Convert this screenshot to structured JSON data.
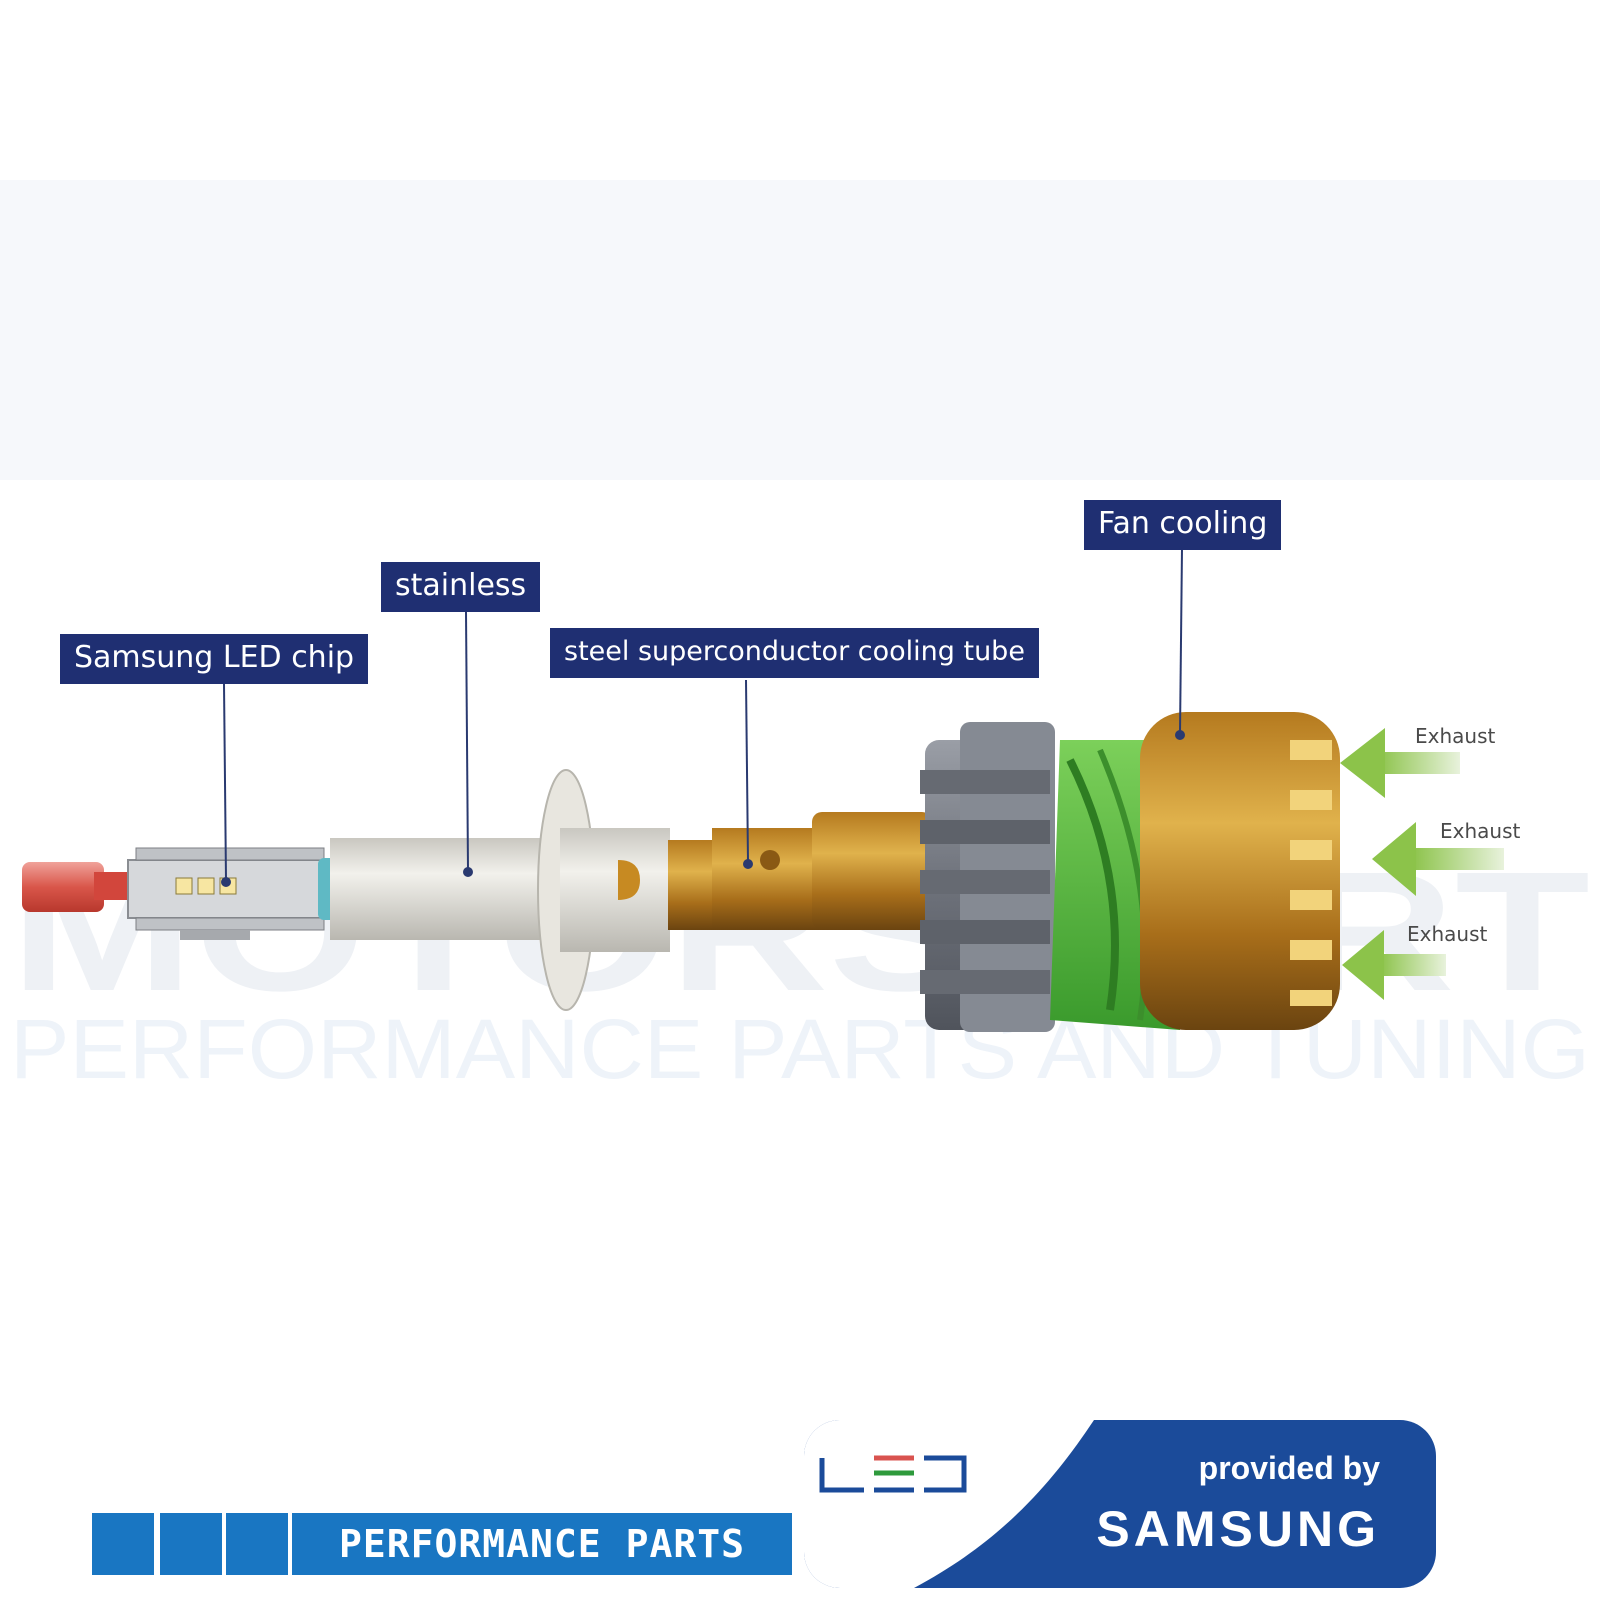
{
  "watermark": {
    "line1": "MOTORSPORT",
    "line2": "PERFORMANCE PARTS AND TUNING"
  },
  "callouts": {
    "samsung_led_chip": "Samsung LED chip",
    "stainless": "stainless",
    "cooling_tube": "steel superconductor cooling tube",
    "fan_cooling": "Fan cooling"
  },
  "exhaust_labels": [
    "Exhaust",
    "Exhaust",
    "Exhaust"
  ],
  "footer": {
    "performance_parts": "PERFORMANCE PARTS",
    "provided_by": "provided by",
    "samsung": "SAMSUNG"
  },
  "colors": {
    "label_bg": "#1f2f72",
    "brand_blue": "#1976c2",
    "badge_blue": "#1b4b9a",
    "fan_green": "#4caf3c",
    "bronze": "#c8902e"
  }
}
